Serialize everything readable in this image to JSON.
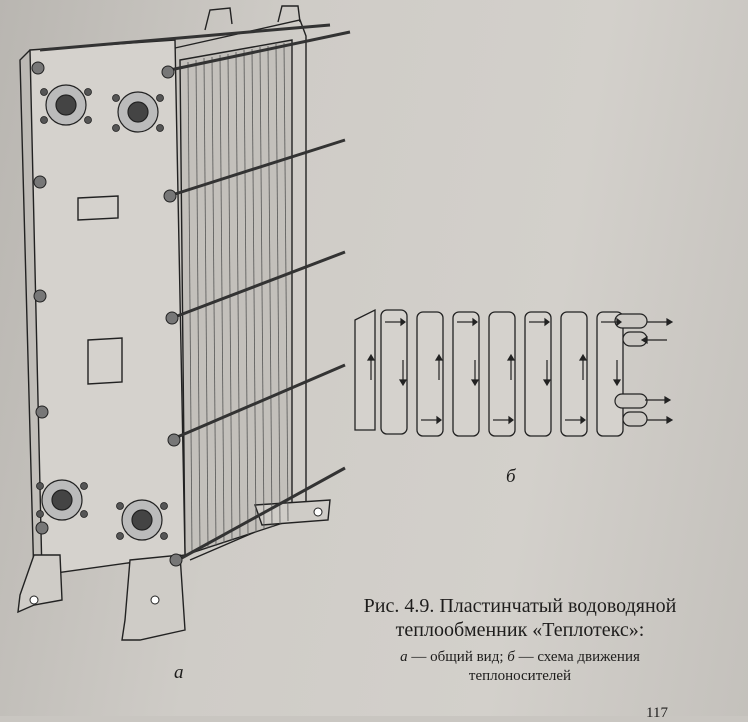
{
  "figure": {
    "label_a": "а",
    "label_b": "б"
  },
  "caption": {
    "line1": "Рис. 4.9. Пластинчатый водоводяной",
    "line2": "теплообменник «Теплотекс»:",
    "sub_part1": "а",
    "sub_part2": " — общий вид; ",
    "sub_part3": "б",
    "sub_part4": " — схема движения",
    "sub_line2": "теплоносителей"
  },
  "page_number": "117"
}
